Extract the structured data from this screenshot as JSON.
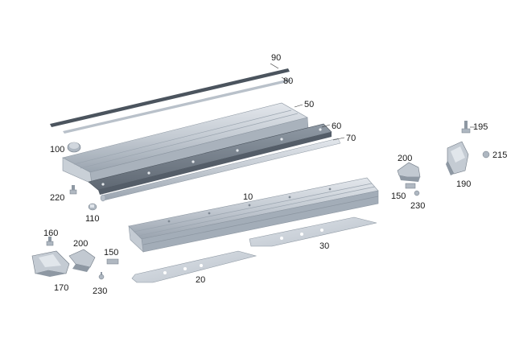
{
  "diagram": {
    "colors": {
      "metal_light": "#d4dae1",
      "metal_mid": "#aeb7c1",
      "metal_dark": "#79838f",
      "rubber": "#4b545e",
      "leader": "#333333",
      "label": "#1a1a1a"
    },
    "callouts": {
      "c10": "10",
      "c20": "20",
      "c30": "30",
      "c50": "50",
      "c60": "60",
      "c70": "70",
      "c80": "80",
      "c90": "90",
      "c100": "100",
      "c110": "110",
      "c150a": "150",
      "c150b": "150",
      "c160": "160",
      "c170": "170",
      "c190": "190",
      "c195": "195",
      "c200a": "200",
      "c200b": "200",
      "c215": "215",
      "c220": "220",
      "c230a": "230",
      "c230b": "230"
    }
  }
}
